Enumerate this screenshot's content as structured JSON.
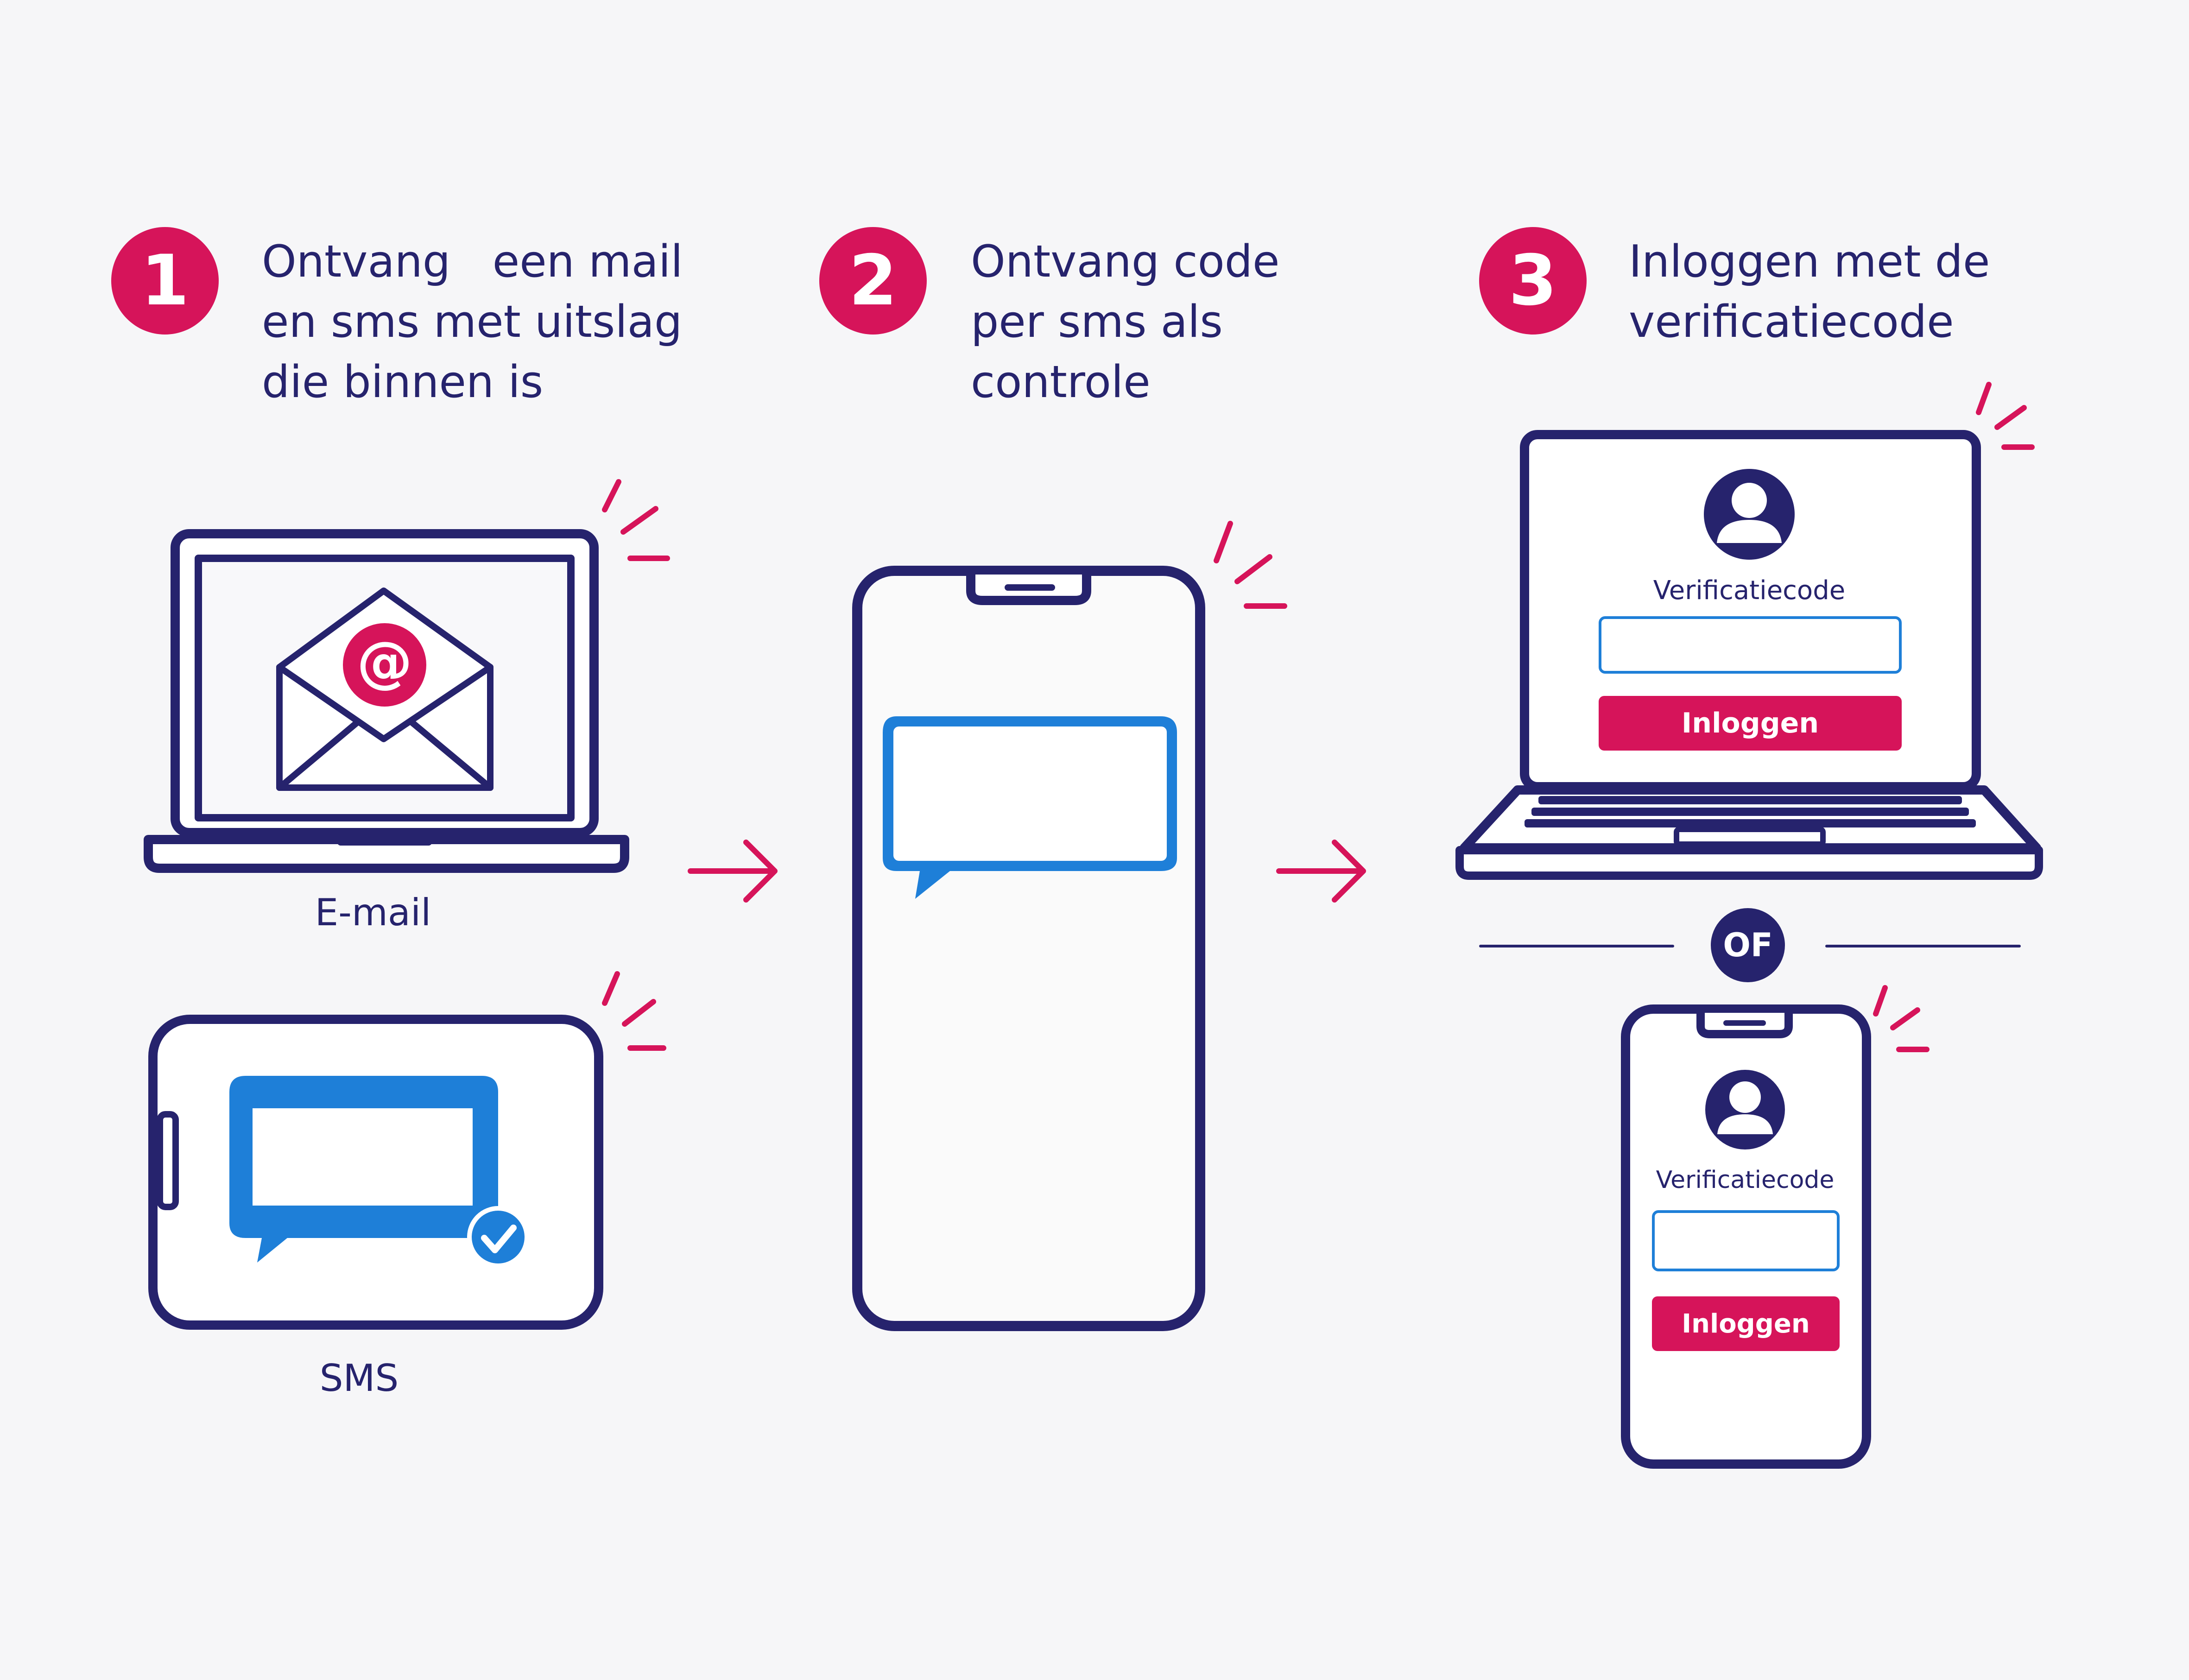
{
  "colors": {
    "accent": "#d6145a",
    "navy": "#26236d",
    "bubble_blue": "#1e7fd8",
    "background": "#f6f6f8"
  },
  "steps": [
    {
      "number": "1",
      "text": "Ontvang   een mail\nen sms met uitslag\ndie binnen is"
    },
    {
      "number": "2",
      "text": "Ontvang code\nper sms als\ncontrole"
    },
    {
      "number": "3",
      "text": "Inloggen met de\nverificatiecode"
    }
  ],
  "devices": {
    "email_label": "E-mail",
    "sms_label": "SMS",
    "email_icon": "at-envelope-icon",
    "check_icon": "checkmark-icon",
    "user_icon": "user-avatar-icon"
  },
  "login": {
    "field_label": "Verificatiecode",
    "button_label": "Inloggen",
    "or_label": "OF"
  }
}
